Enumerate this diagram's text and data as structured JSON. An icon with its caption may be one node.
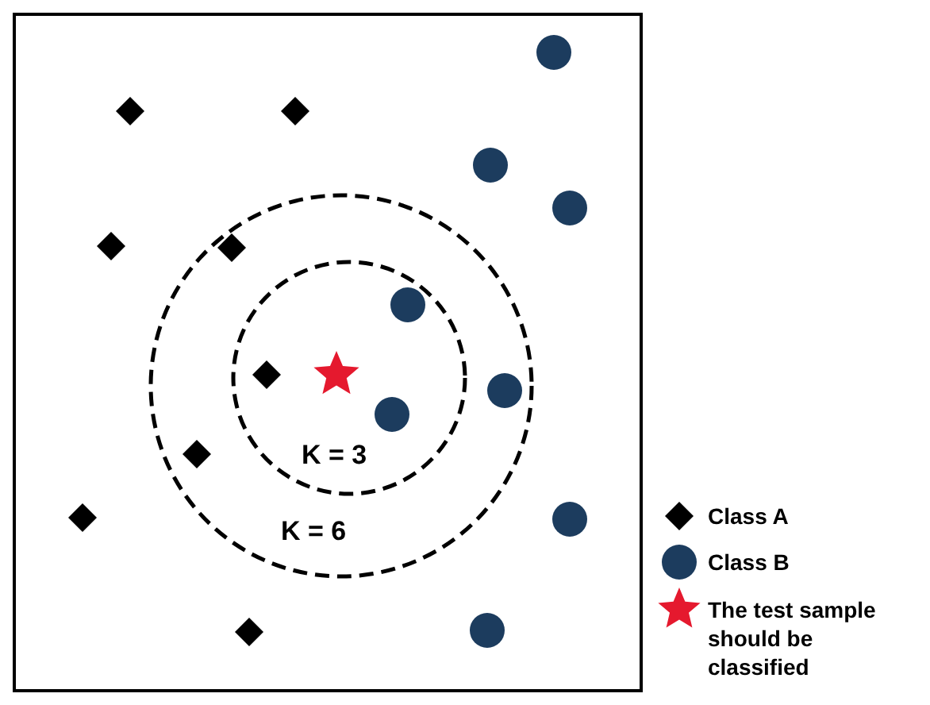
{
  "diagram": {
    "labels": [
      "K = 3",
      "K = 6"
    ],
    "legend": [
      {
        "text": "Class A"
      },
      {
        "text": "Class B"
      },
      {
        "text": "The test sample should be classified"
      }
    ]
  }
}
